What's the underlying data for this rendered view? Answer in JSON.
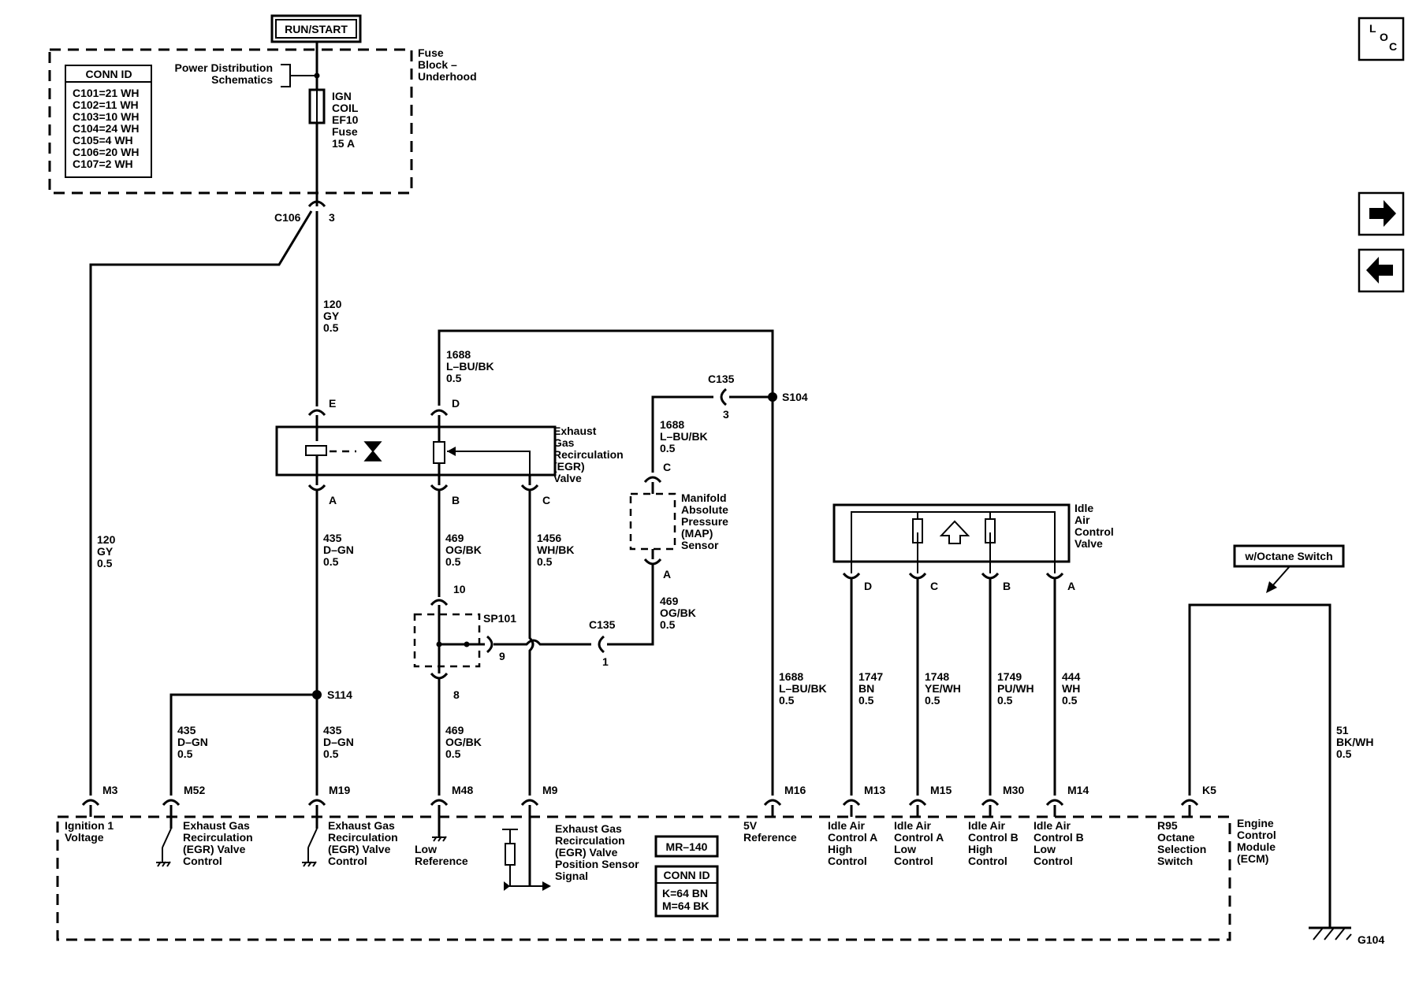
{
  "power": {
    "run_start": "RUN/START"
  },
  "fuse_block": {
    "label_lines": [
      "Fuse",
      "Block –",
      "Underhood"
    ],
    "pds_lines": [
      "Power Distribution",
      "Schematics"
    ],
    "fuse_lines": [
      "IGN",
      "COIL",
      "EF10",
      "Fuse",
      "15 A"
    ],
    "conn_id_title": "CONN ID",
    "conn_ids": [
      "C101=21 WH",
      "C102=11 WH",
      "C103=10 WH",
      "C104=24 WH",
      "C105=4 WH",
      "C106=20 WH",
      "C107=2 WH"
    ]
  },
  "connectors": {
    "c106": "C106",
    "c106_pin": "3",
    "c135_top": "C135",
    "c135_top_pin": "3",
    "c135_bottom": "C135",
    "c135_bottom_pin": "1",
    "s104": "S104",
    "s114": "S114",
    "sp101": "SP101",
    "sp101_pins": [
      "10",
      "9",
      "8"
    ]
  },
  "wires": {
    "w120_main": [
      "120",
      "GY",
      "0.5"
    ],
    "w120_left": [
      "120",
      "GY",
      "0.5"
    ],
    "w1688_top": [
      "1688",
      "L–BU/BK",
      "0.5"
    ],
    "w1688_map": [
      "1688",
      "L–BU/BK",
      "0.5"
    ],
    "w1688_ecm": [
      "1688",
      "L–BU/BK",
      "0.5"
    ],
    "w435_a": [
      "435",
      "D–GN",
      "0.5"
    ],
    "w435_b": [
      "435",
      "D–GN",
      "0.5"
    ],
    "w435_c": [
      "435",
      "D–GN",
      "0.5"
    ],
    "w469_b": [
      "469",
      "OG/BK",
      "0.5"
    ],
    "w469_map": [
      "469",
      "OG/BK",
      "0.5"
    ],
    "w469_low": [
      "469",
      "OG/BK",
      "0.5"
    ],
    "w1456": [
      "1456",
      "WH/BK",
      "0.5"
    ],
    "w1747": [
      "1747",
      "BN",
      "0.5"
    ],
    "w1748": [
      "1748",
      "YE/WH",
      "0.5"
    ],
    "w1749": [
      "1749",
      "PU/WH",
      "0.5"
    ],
    "w444": [
      "444",
      "WH",
      "0.5"
    ],
    "w51": [
      "51",
      "BK/WH",
      "0.5"
    ]
  },
  "egr_valve": {
    "label_lines": [
      "Exhaust",
      "Gas",
      "Recirculation",
      "(EGR)",
      "Valve"
    ],
    "pins_top": [
      "E",
      "D"
    ],
    "pins_bottom": [
      "A",
      "B",
      "C"
    ]
  },
  "map_sensor": {
    "label_lines": [
      "Manifold",
      "Absolute",
      "Pressure",
      "(MAP)",
      "Sensor"
    ],
    "pin_top": "C",
    "pin_bottom": "A"
  },
  "iac_valve": {
    "label_lines": [
      "Idle",
      "Air",
      "Control",
      "Valve"
    ],
    "pins": [
      "D",
      "C",
      "B",
      "A"
    ]
  },
  "octane": {
    "label": "w/Octane Switch"
  },
  "ecm": {
    "label_lines": [
      "Engine",
      "Control",
      "Module",
      "(ECM)"
    ],
    "pins": [
      "M3",
      "M52",
      "M19",
      "M48",
      "M9",
      "M16",
      "M13",
      "M15",
      "M30",
      "M14",
      "K5"
    ],
    "mr_label": "MR–140",
    "conn_id_title": "CONN ID",
    "conn_ids": [
      "K=64 BN",
      "M=64 BK"
    ],
    "circuits": {
      "ign1": [
        "Ignition 1",
        "Voltage"
      ],
      "egr_ctrl1": [
        "Exhaust Gas",
        "Recirculation",
        "(EGR) Valve",
        "Control"
      ],
      "egr_ctrl2": [
        "Exhaust Gas",
        "Recirculation",
        "(EGR) Valve",
        "Control"
      ],
      "low_ref": [
        "Low",
        "Reference"
      ],
      "egr_pos": [
        "Exhaust Gas",
        "Recirculation",
        "(EGR) Valve",
        "Position Sensor",
        "Signal"
      ],
      "ref5v": [
        "5V",
        "Reference"
      ],
      "iac_a_high": [
        "Idle Air",
        "Control A",
        "High",
        "Control"
      ],
      "iac_a_low": [
        "Idle Air",
        "Control A",
        "Low",
        "Control"
      ],
      "iac_b_high": [
        "Idle Air",
        "Control B",
        "High",
        "Control"
      ],
      "iac_b_low": [
        "Idle Air",
        "Control B",
        "Low",
        "Control"
      ],
      "octane_sw": [
        "R95",
        "Octane",
        "Selection",
        "Switch"
      ]
    }
  },
  "ground": {
    "label": "G104"
  },
  "nav": {
    "loc_letters": [
      "L",
      "O",
      "C"
    ],
    "next_icon": "arrow-right-icon",
    "prev_icon": "arrow-left-icon"
  }
}
